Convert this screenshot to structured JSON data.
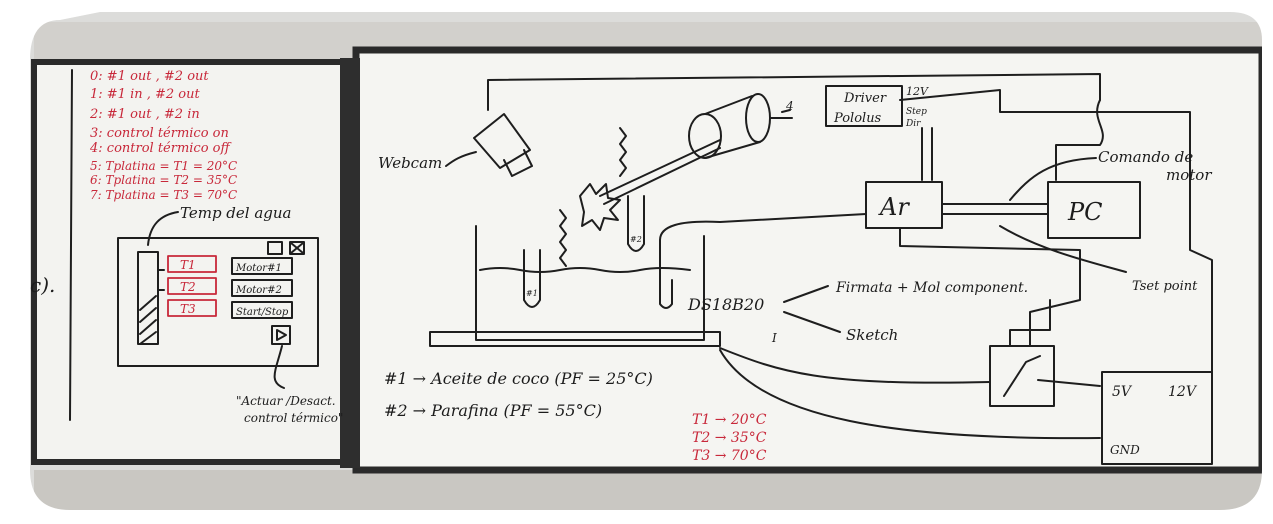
{
  "left_board": {
    "modes": [
      "0: #1 out , #2 out",
      "1: #1 in , #2 out",
      "2: #1 out , #2 in",
      "3: control térmico on",
      "4: control térmico off",
      "5: Tplatina = T1 = 20°C",
      "6: Tplatina = T2 = 35°C",
      "7: Tplatina = T3 = 70°C"
    ],
    "temp_label": "Temp del agua",
    "gui_temps": [
      "T1",
      "T2",
      "T3"
    ],
    "gui_buttons": [
      "Motor#1",
      "Motor#2",
      "Start/Stop"
    ],
    "actuar_note": [
      "\"Actuar /Desact.",
      "control térmico\""
    ],
    "edge_text": "c)."
  },
  "right_board": {
    "webcam": "Webcam",
    "driver": [
      "Driver",
      "Pololus"
    ],
    "driver_pins": [
      "Step",
      "Dir"
    ],
    "voltage_top": "12V",
    "motor_pin": "4",
    "arduino": "Ar",
    "pc": "PC",
    "comando": [
      "Comando de",
      "motor"
    ],
    "tset": "Tset point",
    "sensor": "DS18B20",
    "firmata": "Firmata + Mol component.",
    "sketch": "Sketch",
    "current": "I",
    "tube_label": "#1",
    "tube2_label": "#2",
    "psu": {
      "v5": "5V",
      "v12": "12V",
      "gnd": "GND"
    },
    "materials": [
      "#1 → Aceite de coco (PF = 25°C)",
      "#2 → Parafina (PF = 55°C)"
    ],
    "temps": [
      "T1 → 20°C",
      "T2 → 35°C",
      "T3 → 70°C"
    ]
  },
  "colors": {
    "black_ink": "#1c1c1c",
    "red_ink": "#c8283a",
    "board": "#f4f4f1",
    "frame": "#2a2a2a"
  }
}
